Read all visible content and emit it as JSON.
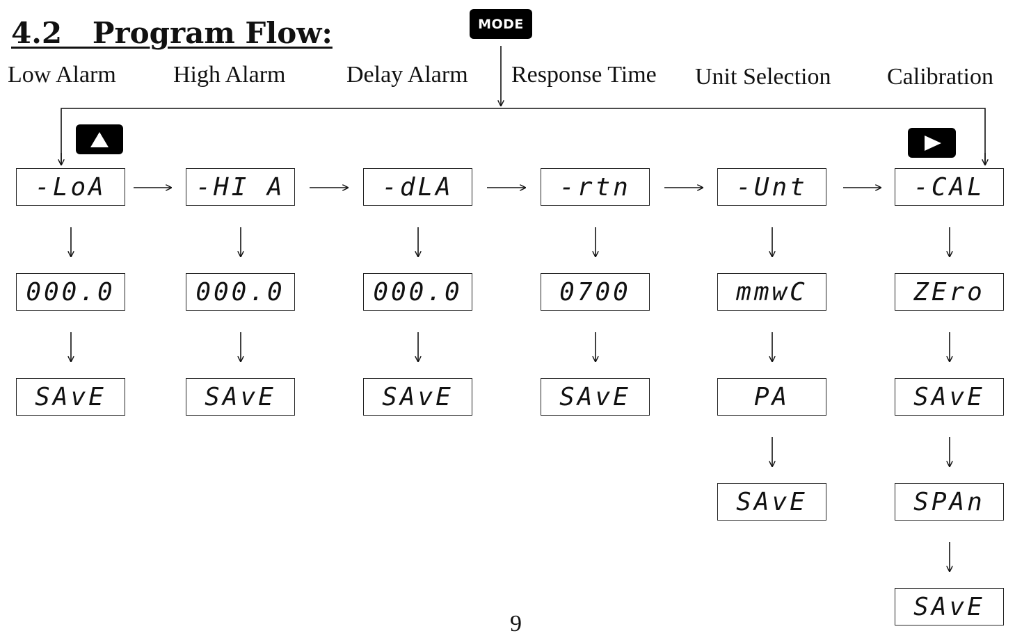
{
  "heading": "4.2   Program Flow:",
  "mode_key": "MODE",
  "up_key_icon": "up-triangle-icon",
  "right_key_icon": "right-triangle-icon",
  "columns": [
    {
      "label": "Low Alarm",
      "steps": [
        "-LoA",
        "000.0",
        "SAvE"
      ]
    },
    {
      "label": "High Alarm",
      "steps": [
        "-HI A",
        "000.0",
        "SAvE"
      ]
    },
    {
      "label": "Delay Alarm",
      "steps": [
        "-dLA",
        "000.0",
        "SAvE"
      ]
    },
    {
      "label": "Response Time",
      "steps": [
        "-rtn",
        "0700",
        "SAvE"
      ]
    },
    {
      "label": "Unit Selection",
      "steps": [
        "-Unt",
        "mmwC",
        "PA",
        "SAvE"
      ]
    },
    {
      "label": "Calibration",
      "steps": [
        "-CAL",
        "ZEro",
        "SAvE",
        "SPAn",
        "SAvE"
      ]
    }
  ],
  "page_number": "9"
}
